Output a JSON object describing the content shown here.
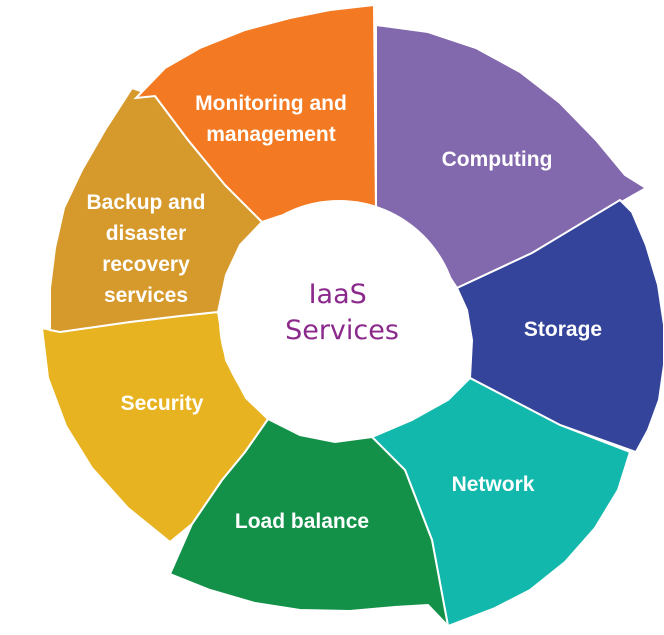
{
  "diagram": {
    "center": {
      "lines": [
        "IaaS",
        "Services"
      ],
      "color": "#8b2a8c"
    },
    "segments": [
      {
        "id": "computing",
        "lines": [
          "Computing"
        ],
        "color": "#8268ad"
      },
      {
        "id": "storage",
        "lines": [
          "Storage"
        ],
        "color": "#34449a"
      },
      {
        "id": "network",
        "lines": [
          "Network"
        ],
        "color": "#13b8ac"
      },
      {
        "id": "load-balance",
        "lines": [
          "Load balance"
        ],
        "color": "#139149"
      },
      {
        "id": "security",
        "lines": [
          "Security"
        ],
        "color": "#e8b321"
      },
      {
        "id": "backup",
        "lines": [
          "Backup and",
          "disaster",
          "recovery",
          "services"
        ],
        "color": "#d6992c"
      },
      {
        "id": "monitoring",
        "lines": [
          "Monitoring and",
          "management"
        ],
        "color": "#f37a22"
      }
    ]
  }
}
